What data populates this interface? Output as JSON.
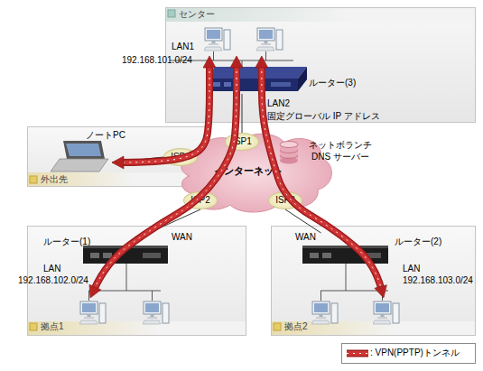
{
  "diagram": {
    "nodes": [
      {
        "text": [
          "センター"
        ]
      },
      {
        "text": [
          "ルーター(3)"
        ],
        "in": 0
      },
      {
        "text": [
          "外出先"
        ]
      },
      {
        "text": [
          "ノートPC"
        ],
        "in": 2
      },
      {
        "text": [
          "インターネット"
        ]
      },
      {
        "text": [
          "ISP1"
        ],
        "in": 4
      },
      {
        "text": [
          "ISP4"
        ],
        "in": 4
      },
      {
        "text": [
          "ISP2"
        ],
        "in": 4
      },
      {
        "text": [
          "ISP3"
        ],
        "in": 4
      },
      {
        "text": [
          "拠点1"
        ]
      },
      {
        "text": [
          "ルーター(1)"
        ],
        "in": 9
      },
      {
        "text": [
          "拠点2"
        ]
      },
      {
        "text": [
          "ルーター(2)"
        ],
        "in": 11
      }
    ],
    "edges": [
      {
        "from": 1,
        "to": 3,
        "arrow": "both"
      },
      {
        "from": 1,
        "to": 10,
        "arrow": "both"
      },
      {
        "from": 1,
        "to": 12,
        "arrow": "both"
      },
      {
        "from": 1,
        "to": 5,
        "arrow": "none"
      },
      {
        "from": 6,
        "to": 3,
        "arrow": "none"
      },
      {
        "from": 7,
        "to": 10,
        "arrow": "none"
      },
      {
        "from": 8,
        "to": 12,
        "arrow": "none"
      }
    ],
    "labels": [
      "LAN1",
      "192.168.101.0/24",
      "LAN2",
      "固定グローバル IP アドレス",
      "ネットボランチ DNS サーバー",
      "WAN",
      "LAN",
      "192.168.102.0/24",
      "WAN",
      "LAN",
      "192.168.103.0/24"
    ],
    "legend": [
      {
        "text": ": VPN(PPTP)トンネル"
      }
    ]
  }
}
